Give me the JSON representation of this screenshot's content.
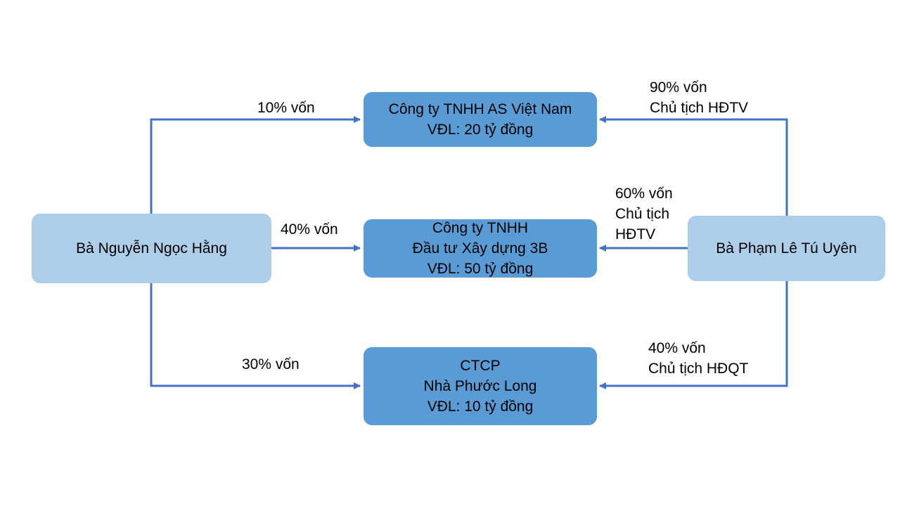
{
  "people": {
    "hang": "Bà Nguyễn Ngọc Hằng",
    "uyen": "Bà Phạm Lê Tú Uyên"
  },
  "companies": {
    "as_vietnam": {
      "line1": "Công ty TNHH AS Việt Nam",
      "line2": "VĐL: 20 tỷ đồng"
    },
    "tb": {
      "line1": "Công ty TNHH",
      "line2": "Đầu tư Xây dựng 3B",
      "line3": "VĐL: 50 tỷ đồng"
    },
    "phuoc_long": {
      "line1": "CTCP",
      "line2": "Nhà Phước Long",
      "line3": "VĐL: 10 tỷ đồng"
    }
  },
  "edges": {
    "hang_as": "10% vốn",
    "hang_3b": "40% vốn",
    "hang_pl": "30% vốn",
    "uyen_as": {
      "line1": "90% vốn",
      "line2": "Chủ tịch HĐTV"
    },
    "uyen_3b": {
      "line1": "60% vốn",
      "line2": "Chủ tịch",
      "line3": "HĐTV"
    },
    "uyen_pl": {
      "line1": "40% vốn",
      "line2": "Chủ tịch HĐQT"
    }
  },
  "colors": {
    "person_fill": "#aecde9",
    "company_fill": "#5b9bd5",
    "connector": "#4472c4"
  }
}
